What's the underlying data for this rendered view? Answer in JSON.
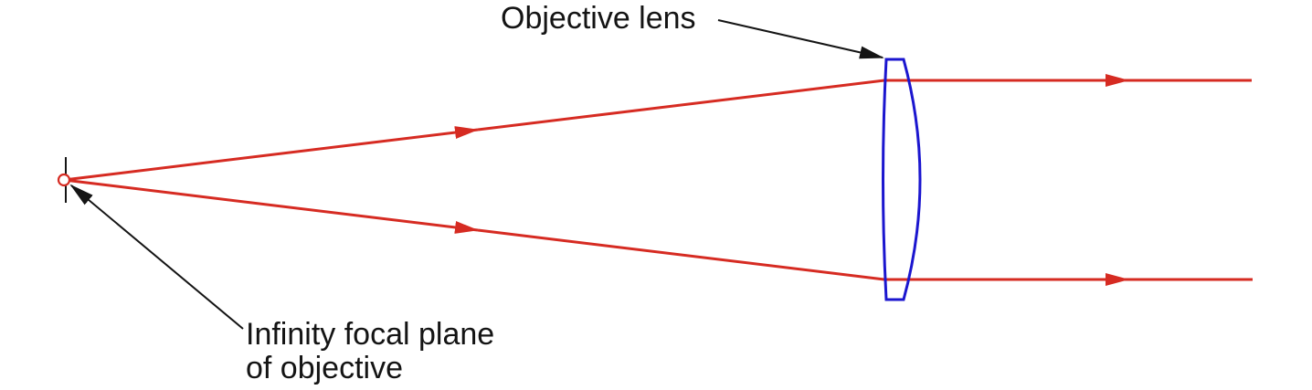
{
  "diagram": {
    "labels": {
      "objective_lens": "Objective lens",
      "focal_plane_line1": "Infinity focal plane",
      "focal_plane_line2": "of objective"
    },
    "colors": {
      "ray": "#d62b22",
      "lens": "#1b16cf",
      "annotation": "#141414",
      "background": "#ffffff"
    }
  }
}
